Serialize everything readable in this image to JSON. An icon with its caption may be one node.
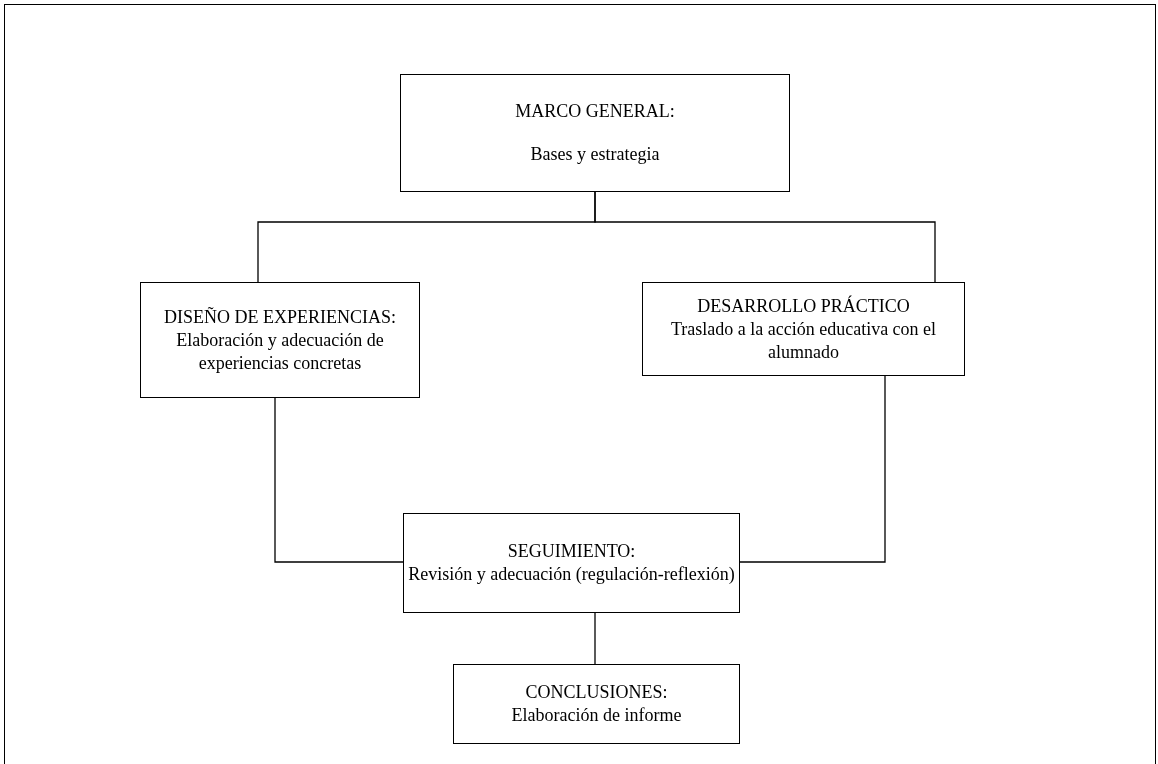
{
  "diagram": {
    "nodes": [
      {
        "text": [
          "MARCO GENERAL:",
          "Bases y estrategia"
        ]
      },
      {
        "text": [
          "DISEÑO DE EXPERIENCIAS:",
          "Elaboración y adecuación de experiencias concretas"
        ]
      },
      {
        "text": [
          "DESARROLLO PRÁCTICO",
          "Traslado a la acción educativa con el alumnado"
        ]
      },
      {
        "text": [
          "SEGUIMIENTO:",
          "Revisión y adecuación (regulación-reflexión)"
        ]
      },
      {
        "text": [
          "CONCLUSIONES:",
          "Elaboración de informe"
        ]
      }
    ],
    "edges": [
      {
        "from": 0,
        "to": 1,
        "arrow": "none"
      },
      {
        "from": 0,
        "to": 2,
        "arrow": "none"
      },
      {
        "from": 1,
        "to": 3,
        "arrow": "none"
      },
      {
        "from": 2,
        "to": 3,
        "arrow": "none"
      },
      {
        "from": 3,
        "to": 4,
        "arrow": "none"
      }
    ]
  }
}
